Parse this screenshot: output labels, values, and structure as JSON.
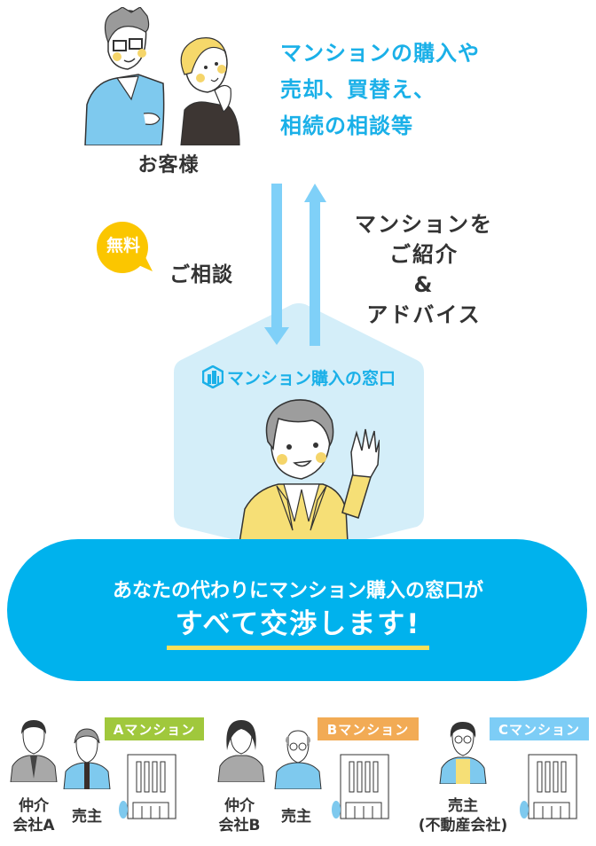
{
  "customer": {
    "label": "お客様",
    "icon": "customer-couple-illustration"
  },
  "intro": {
    "lines": [
      "マンションの購入や",
      "売却、買替え、",
      "相続の相談等"
    ],
    "color": "#1ab0e8"
  },
  "consultation": {
    "badge": "無料",
    "badge_color": "#fbc600",
    "label": "ご相談"
  },
  "response": {
    "lines": [
      "マンションを",
      "ご紹介",
      "&",
      "アドバイス"
    ]
  },
  "arrows": {
    "down": "arrow-down-icon",
    "up": "arrow-up-icon",
    "color": "#7fd0f8"
  },
  "service": {
    "logo_text": "マンション購入の窓口",
    "logo_icon": "building-hexagon-icon",
    "hexagon_color": "#d4eef9",
    "agent_icon": "agent-waving-illustration"
  },
  "banner": {
    "line1": "あなたの代わりにマンション購入の窓口が",
    "line2": "すべて交渉します!",
    "bg_color": "#00b2ed",
    "underline_color": "#f8e05a"
  },
  "groups": [
    {
      "tag": "Aマンション",
      "tag_color": "#a0c83c",
      "people": [
        {
          "label_lines": [
            "仲介",
            "会社A"
          ],
          "icon": "broker-man-icon"
        },
        {
          "label_lines": [
            "売主"
          ],
          "icon": "seller-elderly-man-icon"
        }
      ]
    },
    {
      "tag": "Bマンション",
      "tag_color": "#f2ab55",
      "people": [
        {
          "label_lines": [
            "仲介",
            "会社B"
          ],
          "icon": "broker-woman-icon"
        },
        {
          "label_lines": [
            "売主"
          ],
          "icon": "seller-bald-man-icon"
        }
      ]
    },
    {
      "tag": "Cマンション",
      "tag_color": "#7dcdf6",
      "people": [
        {
          "label_lines": [
            "売主",
            "(不動産会社)"
          ],
          "icon": "seller-company-man-icon"
        }
      ]
    }
  ]
}
